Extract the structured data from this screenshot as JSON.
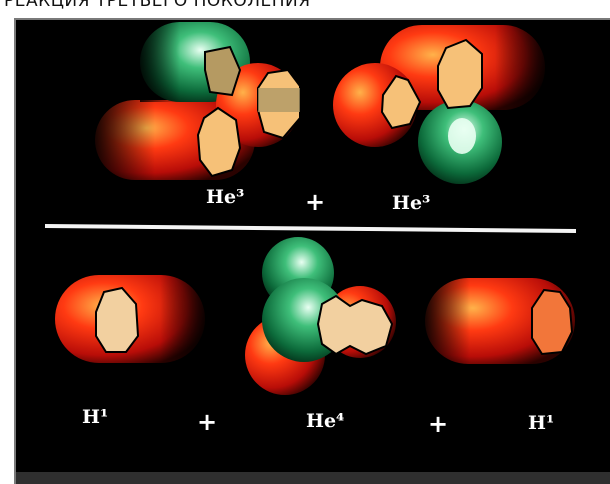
{
  "title": "РЕАКЦИЯ ТРЕТЬЕГО ПОКОЛЕНИЯ",
  "top_row": {
    "left_label": "He³",
    "plus": "+",
    "right_label": "He³"
  },
  "bottom_row": {
    "left_label": "H¹",
    "plus1": "+",
    "middle_label": "He⁴",
    "plus2": "+",
    "right_label": "H¹"
  },
  "colors": {
    "proton": "#e11b10",
    "neutron": "#1f8f4e",
    "highlight": "#f6c178",
    "background": "#000000"
  }
}
